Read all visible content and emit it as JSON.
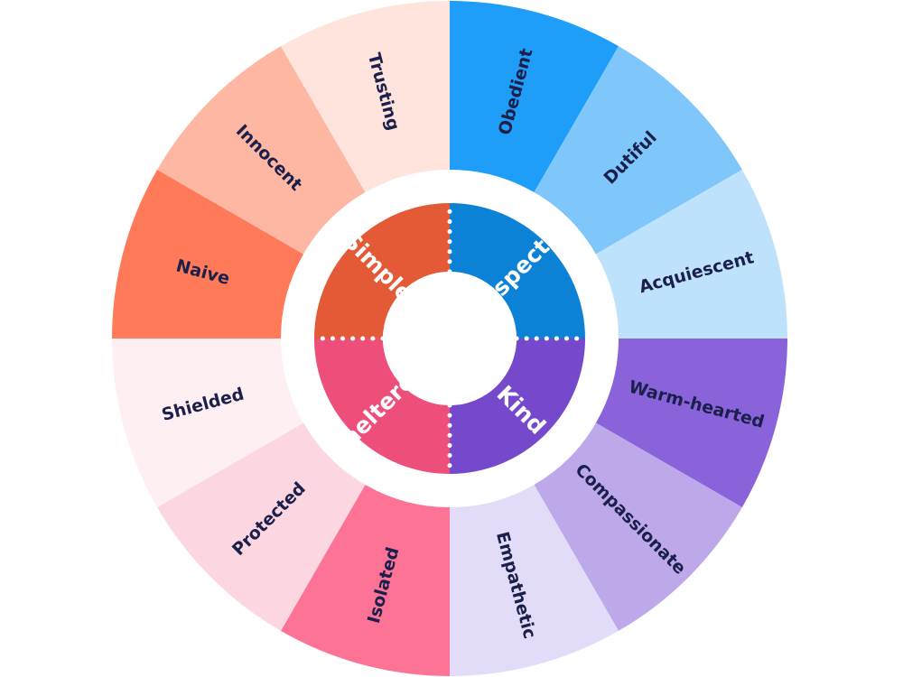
{
  "categories": [
    {
      "label": "Respectful",
      "color": "#0b82d6",
      "traits": [
        {
          "label": "Obedient",
          "color": "#1e9ef8"
        },
        {
          "label": "Dutiful",
          "color": "#7fc6fb"
        },
        {
          "label": "Acquiescent",
          "color": "#bfe2fc"
        }
      ]
    },
    {
      "label": "Kind",
      "color": "#7548cc",
      "traits": [
        {
          "label": "Warm-hearted",
          "color": "#8a63da"
        },
        {
          "label": "Compassionate",
          "color": "#bda8ea"
        },
        {
          "label": "Empathetic",
          "color": "#e2dcf9"
        }
      ]
    },
    {
      "label": "Sheltered",
      "color": "#ee4e7a",
      "traits": [
        {
          "label": "Isolated",
          "color": "#fc7396"
        },
        {
          "label": "Protected",
          "color": "#fcd7e1"
        },
        {
          "label": "Shielded",
          "color": "#fdeff2"
        }
      ]
    },
    {
      "label": "Simple",
      "color": "#e45a37",
      "traits": [
        {
          "label": "Naive",
          "color": "#fe7a58"
        },
        {
          "label": "Innocent",
          "color": "#feb7a3"
        },
        {
          "label": "Trusting",
          "color": "#fee4dc"
        }
      ]
    }
  ],
  "divider_color": "#ffffff"
}
